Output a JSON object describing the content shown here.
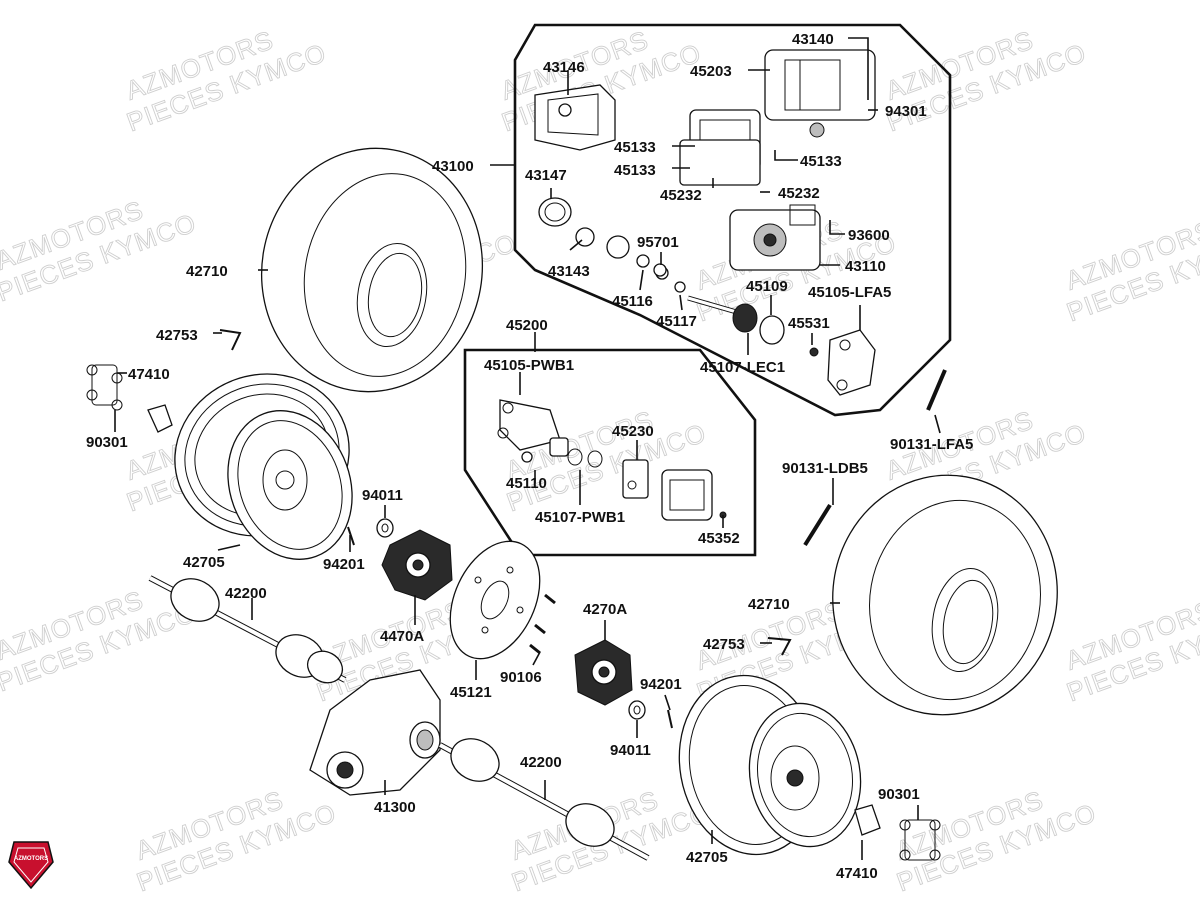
{
  "watermark": {
    "line1": "AZMOTORS",
    "line2": "PIECES KYMCO"
  },
  "logo": {
    "text": "AZMOTORS",
    "color": "#c8102e"
  },
  "labels": {
    "l43140": "43140",
    "l45203": "45203",
    "l43146": "43146",
    "l94301": "94301",
    "l45133a": "45133",
    "l45133b": "45133",
    "l45133c": "45133",
    "l43100": "43100",
    "l43147": "43147",
    "l45232a": "45232",
    "l45232b": "45232",
    "l93600": "93600",
    "l43110": "43110",
    "l95701": "95701",
    "l43143": "43143",
    "l45116": "45116",
    "l45117": "45117",
    "l45109": "45109",
    "l45105lfa5": "45105-LFA5",
    "l45531": "45531",
    "l45107lec1": "45107-LEC1",
    "l42710a": "42710",
    "l42753a": "42753",
    "l45200": "45200",
    "l45105pwb1": "45105-PWB1",
    "l47410a": "47410",
    "l90301a": "90301",
    "l45230": "45230",
    "l45110": "45110",
    "l45107pwb1": "45107-PWB1",
    "l45352": "45352",
    "l90131lfa5": "90131-LFA5",
    "l90131ldb5": "90131-LDB5",
    "l94011a": "94011",
    "l94201a": "94201",
    "l42705a": "42705",
    "l42200a": "42200",
    "l4470a": "4470A",
    "l45121": "45121",
    "l90106": "90106",
    "l4270a": "4270A",
    "l42710b": "42710",
    "l42753b": "42753",
    "l94201b": "94201",
    "l94011b": "94011",
    "l42200b": "42200",
    "l41300": "41300",
    "l42705b": "42705",
    "l90301b": "90301",
    "l47410b": "47410"
  }
}
